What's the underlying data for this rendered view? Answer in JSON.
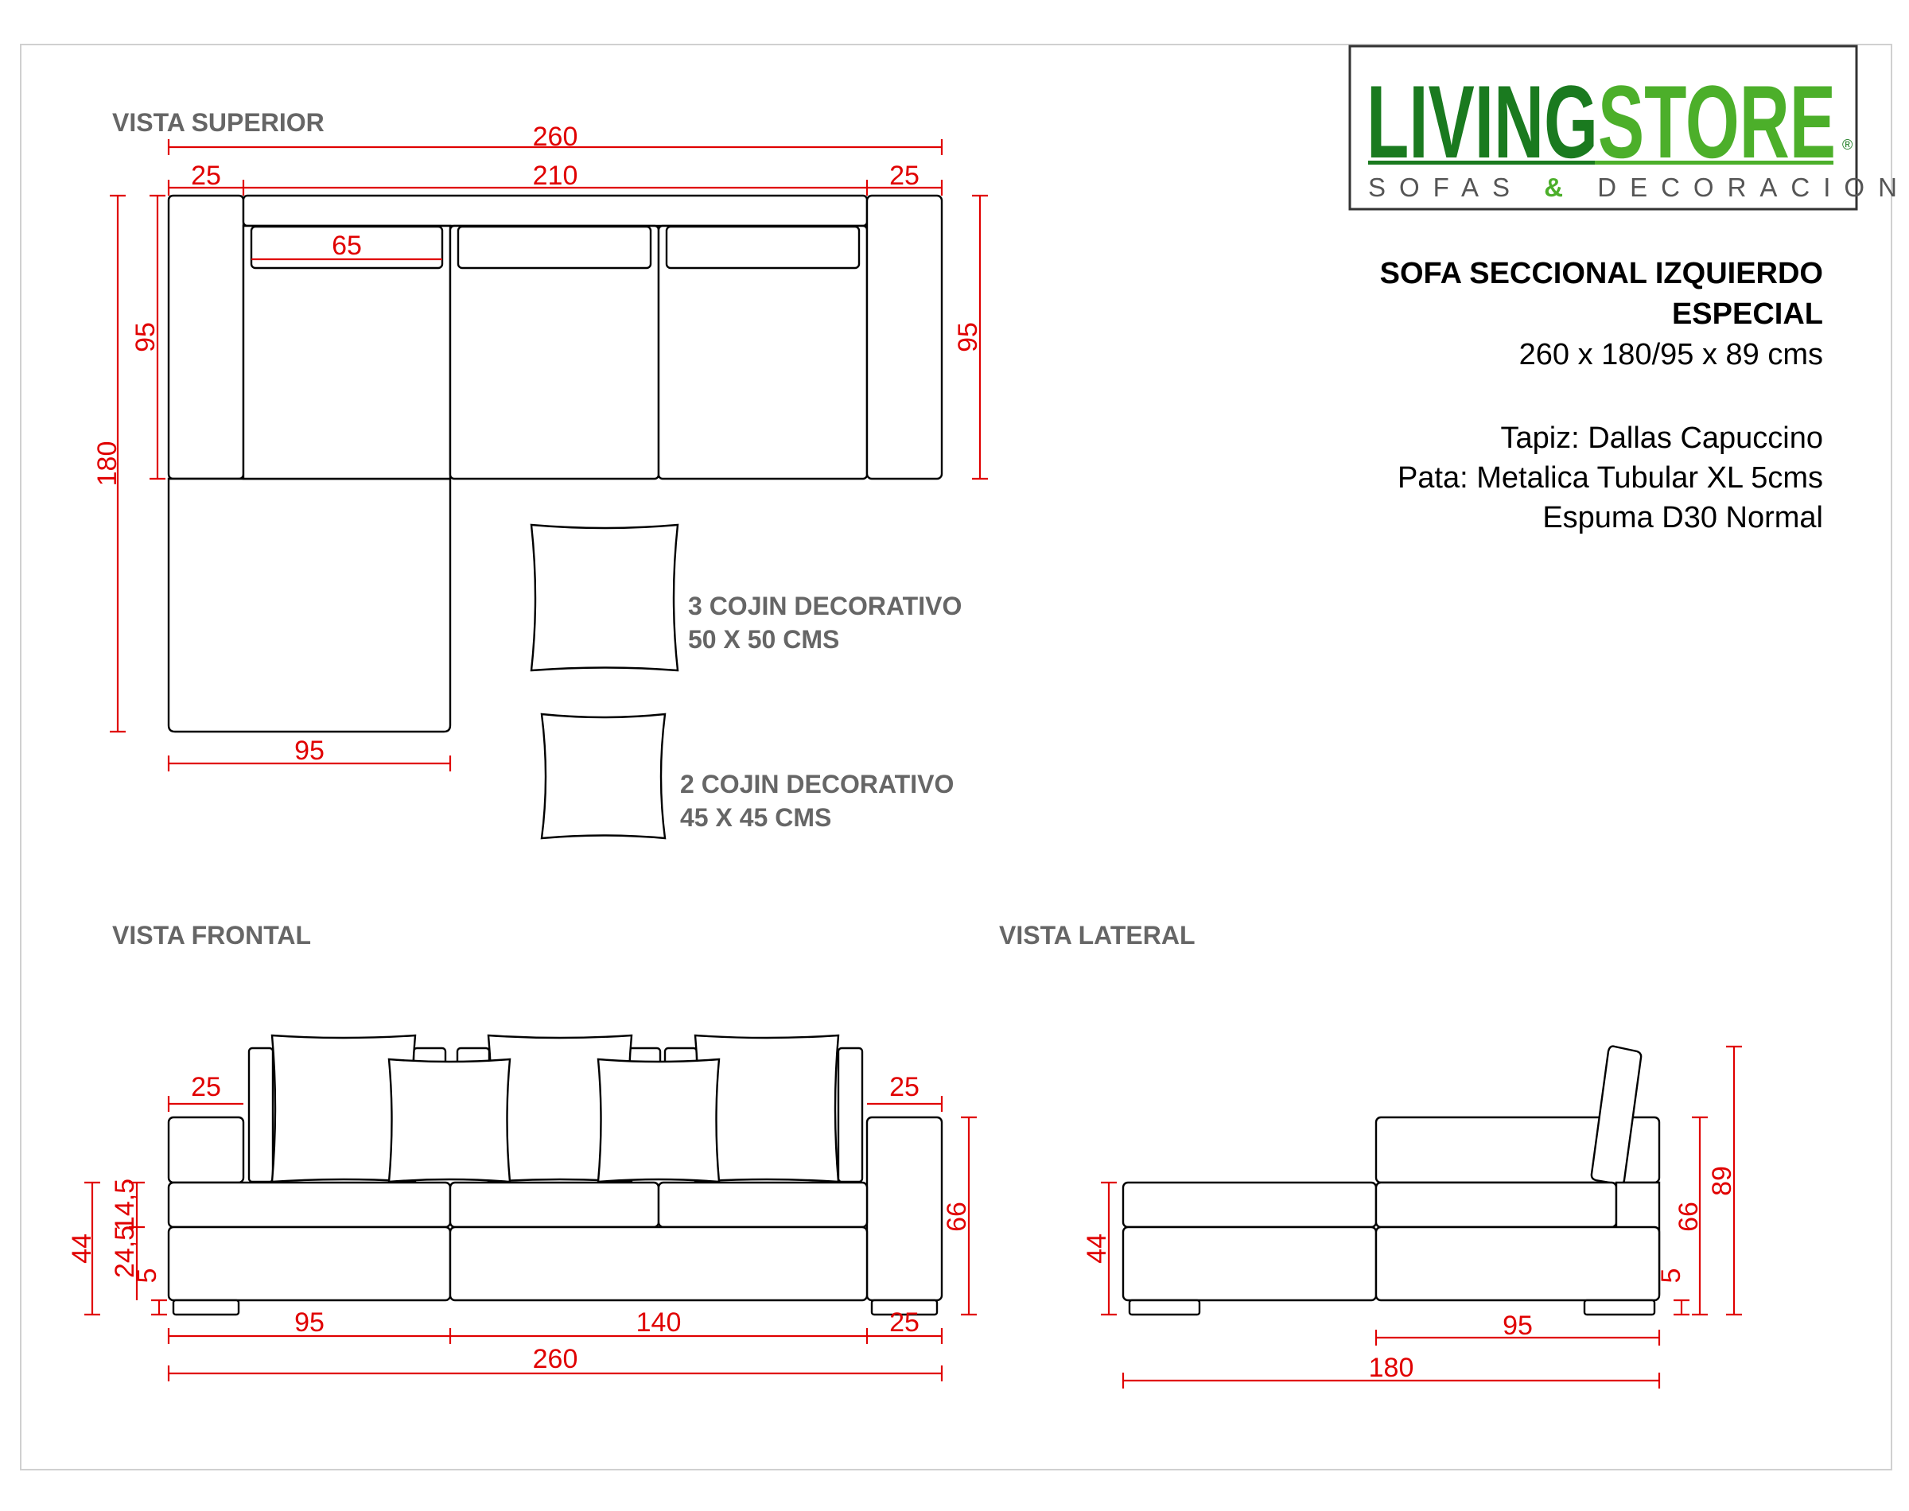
{
  "brand": {
    "name_part1": "LIVING",
    "name_part2": "STORE",
    "registered": "®",
    "tagline_part1": "SOFAS",
    "tagline_amp": "&",
    "tagline_part2": "DECORACION",
    "color_dark_green": "#1a7a1f",
    "color_light_green": "#4caf2a"
  },
  "product": {
    "title_line1": "SOFA SECCIONAL IZQUIERDO",
    "title_line2": "ESPECIAL",
    "size": "260 x 180/95 x 89 cms",
    "upholstery": "Tapiz: Dallas Capuccino",
    "legs": "Pata: Metalica Tubular XL 5cms",
    "foam": "Espuma D30 Normal"
  },
  "views": {
    "top": "VISTA SUPERIOR",
    "front": "VISTA FRONTAL",
    "side": "VISTA LATERAL"
  },
  "cushions": {
    "large_qty": "3 COJIN DECORATIVO",
    "large_size": "50 X 50 CMS",
    "small_qty": "2 COJIN DECORATIVO",
    "small_size": "45 X 45 CMS"
  },
  "dimensions": {
    "top": {
      "total_width": "260",
      "arm_left": "25",
      "center": "210",
      "arm_right": "25",
      "cushion": "65",
      "left_height": "95",
      "chaise_depth": "180",
      "right_height": "95",
      "chaise_width": "95"
    },
    "front": {
      "arm_left": "25",
      "arm_right": "25",
      "seat_height": "44",
      "seat_thickness": "14,5",
      "base_height": "24,5",
      "leg_height": "5",
      "arm_height": "66",
      "chaise_width": "95",
      "middle_width": "140",
      "arm_bottom": "25",
      "total_width": "260"
    },
    "side": {
      "seat_height": "44",
      "leg_height": "5",
      "arm_height": "66",
      "total_height": "89",
      "depth": "95",
      "chaise_depth": "180"
    }
  },
  "colors": {
    "dimension": "#e00000",
    "section_title": "#666666",
    "outline": "#000000"
  }
}
